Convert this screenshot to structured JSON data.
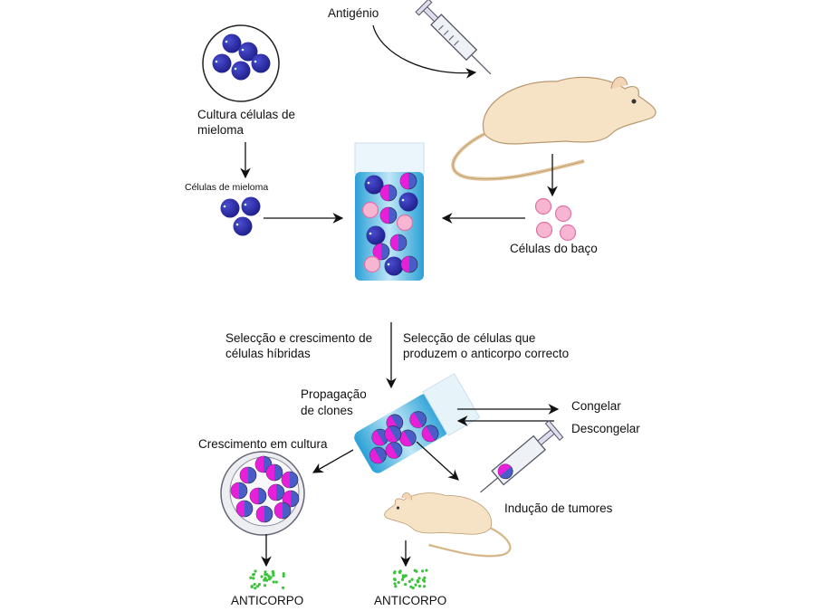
{
  "labels": {
    "antigen": "Antigénio",
    "myeloma_culture_line1": "Cultura células de",
    "myeloma_culture_line2": "mieloma",
    "myeloma_cells": "Células de mieloma",
    "spleen_cells": "Células do baço",
    "selection_growth_line1": "Selecção e crescimento de",
    "selection_growth_line2": "células híbridas",
    "selection_correct_line1": "Selecção de células que",
    "selection_correct_line2": "produzem o anticorpo correcto",
    "propagation_line1": "Propagação",
    "propagation_line2": "de clones",
    "freeze": "Congelar",
    "thaw": "Descongelar",
    "culture_growth": "Crescimento em cultura",
    "tumor_induction": "Indução de tumores",
    "antibody_culture": "ANTICORPO",
    "antibody_mouse": "ANTICORPO"
  },
  "colors": {
    "myeloma": "#2e2fa8",
    "spleen": "#f6b6d2",
    "hybrid_magenta": "#e81fd8",
    "hybrid_blue": "#4a5cc8",
    "medium": "#49b6e0",
    "mouse": "#f6e2c4",
    "antibody": "#3bc43b"
  }
}
